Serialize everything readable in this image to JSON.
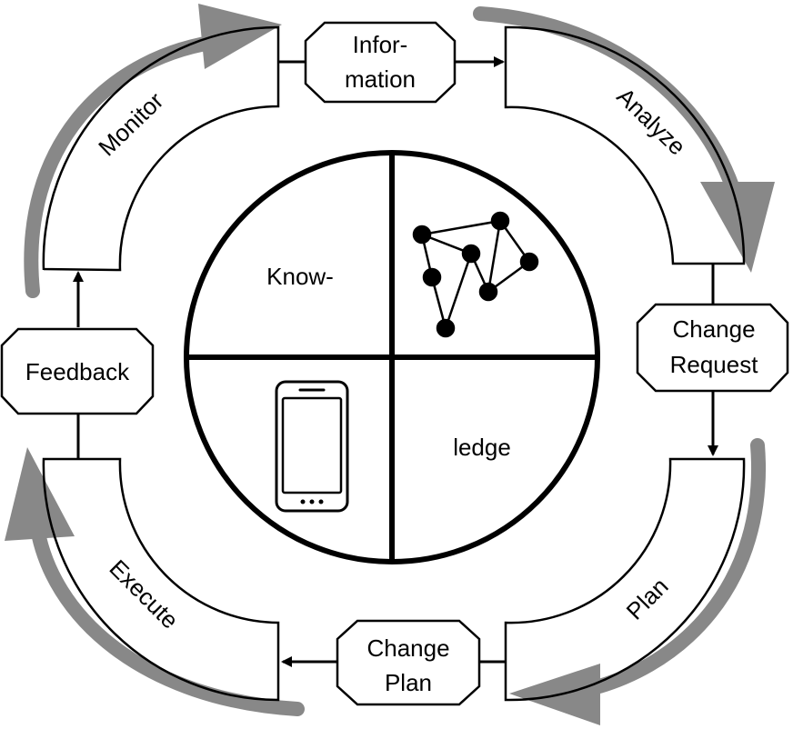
{
  "cycle": {
    "phases": {
      "monitor": "Monitor",
      "analyze": "Analyze",
      "plan": "Plan",
      "execute": "Execute"
    },
    "artifacts": {
      "information": [
        "Infor-",
        "mation"
      ],
      "change_request": [
        "Change",
        "Request"
      ],
      "change_plan": [
        "Change",
        "Plan"
      ],
      "feedback": [
        "Feedback"
      ]
    },
    "knowledge": {
      "top_left": "Know-",
      "bottom_right": "ledge"
    }
  },
  "colors": {
    "cycle_arrow": "#888888",
    "outline": "#000000",
    "background": "#ffffff"
  },
  "icons": [
    "graph-network-icon",
    "smartphone-icon"
  ]
}
